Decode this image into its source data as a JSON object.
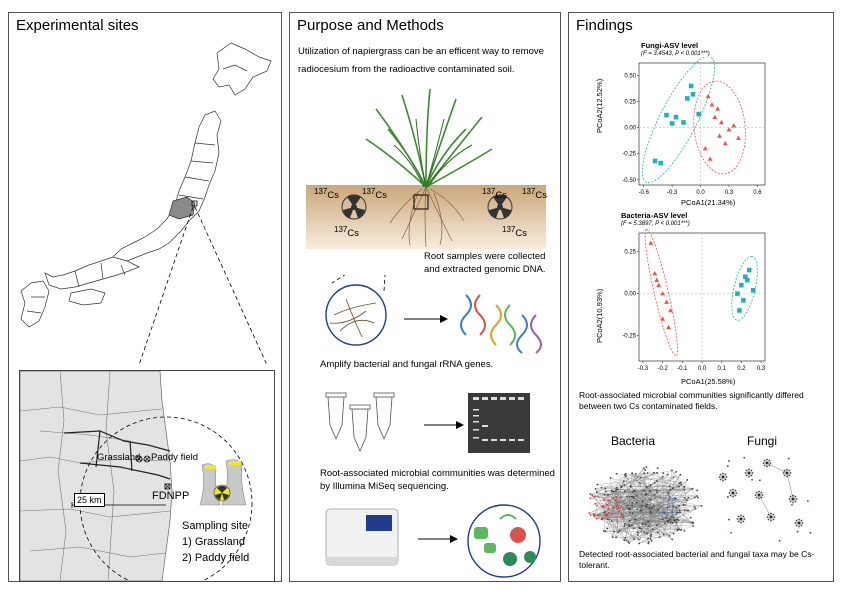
{
  "panels": {
    "sites": {
      "title": "Experimental sites",
      "labels": {
        "grassland": "Grassland",
        "paddy": "Paddy field",
        "scale": "25 km",
        "fdnpp": "FDNPP",
        "sampling_title": "Sampling site",
        "site1": "1) Grassland",
        "site2": "2) Paddy field"
      }
    },
    "methods": {
      "title": "Purpose and Methods",
      "purpose": "Utilization of napiergrass can be an efficent way to remove radiocesium from the radioactive contaminated soil.",
      "cs_label": "Cs",
      "cs_mass": "137",
      "step1": "Root samples were collected and extracted genomic DNA.",
      "step2": "Amplify bacterial and fungal rRNA genes.",
      "step3": "Root-associated microbial communities was determined by Illumina MiSeq sequencing."
    },
    "findings": {
      "title": "Findings",
      "result1": "Root-associated microbial communities significantly differed between two Cs contaminated fields.",
      "bacteria_label": "Bacteria",
      "fungi_label": "Fungi",
      "result2": "Detected root-associated bacterial and fungal taxa may be Cs-tolerant."
    }
  },
  "chart_data": [
    {
      "type": "scatter",
      "title": "Fungi-ASV level",
      "subtitle": "(F = 3.4543, P < 0.001***)",
      "xlabel": "PCoA1(21.34%)",
      "ylabel": "PCoA2(12.52%)",
      "xlim": [
        -0.65,
        0.68
      ],
      "ylim": [
        -0.55,
        0.62
      ],
      "xticks": [
        "-0.6",
        "-0.3",
        "0.0",
        "0.3",
        "0.6"
      ],
      "yticks": [
        "0.50",
        "0.25",
        "0.00",
        "-0.25",
        "-0.50"
      ],
      "series": [
        {
          "marker": "square",
          "color": "#1fb3b3",
          "x": [
            -0.48,
            -0.42,
            -0.36,
            -0.3,
            -0.26,
            -0.18,
            -0.14,
            -0.1,
            -0.08,
            -0.02
          ],
          "y": [
            -0.32,
            -0.34,
            0.12,
            0.04,
            0.1,
            0.05,
            0.28,
            0.4,
            0.32,
            0.13
          ]
        },
        {
          "marker": "triangle",
          "color": "#f0524f",
          "x": [
            0.08,
            0.12,
            0.18,
            0.22,
            0.3,
            0.35,
            0.05,
            0.1,
            0.2,
            0.26,
            0.15,
            0.4
          ],
          "y": [
            0.3,
            0.22,
            0.18,
            0.05,
            -0.02,
            0.02,
            -0.2,
            -0.3,
            -0.08,
            -0.15,
            0.1,
            -0.1
          ]
        }
      ]
    },
    {
      "type": "scatter",
      "title": "Bacteria-ASV level",
      "subtitle": "(F = 5.3897, P < 0.001***)",
      "xlabel": "PCoA1(25.58%)",
      "ylabel": "PCoA2(10.93%)",
      "xlim": [
        -0.32,
        0.32
      ],
      "ylim": [
        -0.4,
        0.36
      ],
      "xticks": [
        "-0.3",
        "-0.2",
        "-0.1",
        "0.0",
        "0.1",
        "0.2",
        "0.3"
      ],
      "yticks": [
        "0.25",
        "0.00",
        "-0.25"
      ],
      "series": [
        {
          "marker": "square",
          "color": "#1fb3b3",
          "x": [
            0.18,
            0.2,
            0.22,
            0.24,
            0.26,
            0.21,
            0.19,
            0.23
          ],
          "y": [
            0.0,
            0.05,
            0.1,
            0.14,
            0.02,
            -0.04,
            -0.1,
            0.08
          ]
        },
        {
          "marker": "triangle",
          "color": "#f0524f",
          "x": [
            -0.26,
            -0.24,
            -0.22,
            -0.2,
            -0.18,
            -0.16,
            -0.2,
            -0.17,
            -0.23
          ],
          "y": [
            0.3,
            0.12,
            0.05,
            0.0,
            -0.05,
            -0.1,
            -0.15,
            -0.2,
            0.08
          ]
        }
      ]
    }
  ]
}
